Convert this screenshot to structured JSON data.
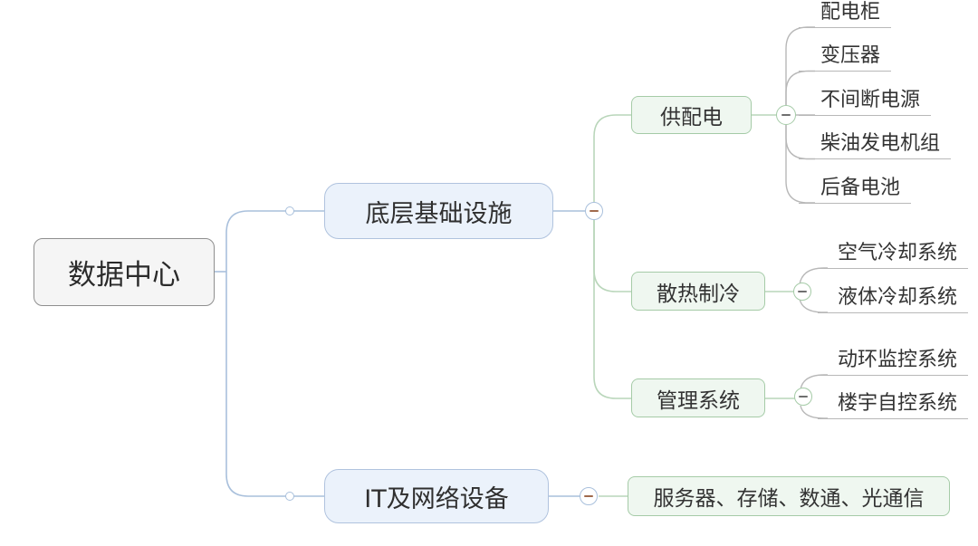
{
  "mindmap": {
    "root": "数据中心",
    "branches": [
      {
        "label": "底层基础设施",
        "topics": [
          {
            "label": "供配电",
            "leaves": [
              "配电柜",
              "变压器",
              "不间断电源",
              "柴油发电机组",
              "后备电池"
            ]
          },
          {
            "label": "散热制冷",
            "leaves": [
              "空气冷却系统",
              "液体冷却系统"
            ]
          },
          {
            "label": "管理系统",
            "leaves": [
              "动环监控系统",
              "楼宇自控系统"
            ]
          }
        ]
      },
      {
        "label": "IT及网络设备",
        "topics": [
          {
            "label": "服务器、存储、数通、光通信",
            "leaves": []
          }
        ]
      }
    ],
    "colors": {
      "branch_blue": "#a9c0dc",
      "branch_green": "#b9d6ba",
      "leaf_line_gray": "#b8b8b8",
      "blue_fill": "#ebf2fb",
      "blue_border": "#b0c3de",
      "green_fill": "#eff7f0",
      "green_border": "#a5cba7",
      "root_fill": "#f5f5f5",
      "root_border": "#8f8f8f",
      "collapse_minus_brown": "#a06a4c",
      "collapse_minus_gray": "#6f6f6f"
    }
  }
}
